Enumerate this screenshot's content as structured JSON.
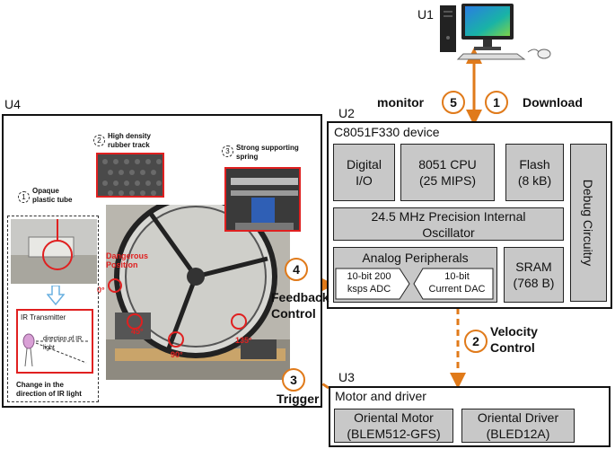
{
  "blocks": {
    "u1": {
      "label": "U1"
    },
    "u2": {
      "label": "U2",
      "title": "C8051F330 device",
      "digital_io": "Digital\nI/O",
      "cpu": "8051 CPU\n(25 MIPS)",
      "flash": "Flash\n(8 kB)",
      "debug": "Debug Circuitry",
      "oscillator": "24.5 MHz Precision Internal\nOscillator",
      "analog": "Analog Peripherals",
      "adc": "10-bit 200\nksps ADC",
      "dac": "10-bit\nCurrent DAC",
      "sram": "SRAM\n(768 B)"
    },
    "u3": {
      "label": "U3",
      "title": "Motor and driver",
      "motor": "Oriental Motor\n(BLEM512-GFS)",
      "driver": "Oriental Driver\n(BLED12A)"
    },
    "u4": {
      "label": "U4",
      "tube_num": "1",
      "tube_label": "Opaque\nplastic tube",
      "track_num": "2",
      "track_label": "High density\nrubber track",
      "spring_num": "3",
      "spring_label": "Strong supporting\nspring",
      "danger": "Dangerous\nPosition",
      "ir_transmitter": "IR Transmitter",
      "ir_direction": "direction of IR light",
      "ir_change": "Change in the\ndirection of IR light",
      "angles": [
        "0°",
        "45°",
        "90°",
        "135°"
      ]
    }
  },
  "connections": {
    "download": {
      "num": "1",
      "label": "Download"
    },
    "monitor": {
      "num": "5",
      "label": "monitor"
    },
    "velocity": {
      "num": "2",
      "label": "Velocity\nControl"
    },
    "feedback": {
      "num": "4",
      "label": "Feedback\nControl"
    },
    "trigger": {
      "num": "3",
      "label": "Trigger"
    }
  },
  "colors": {
    "accent": "#e07a1a",
    "highlight": "#e02020",
    "component_fill": "#c8c8c8"
  }
}
